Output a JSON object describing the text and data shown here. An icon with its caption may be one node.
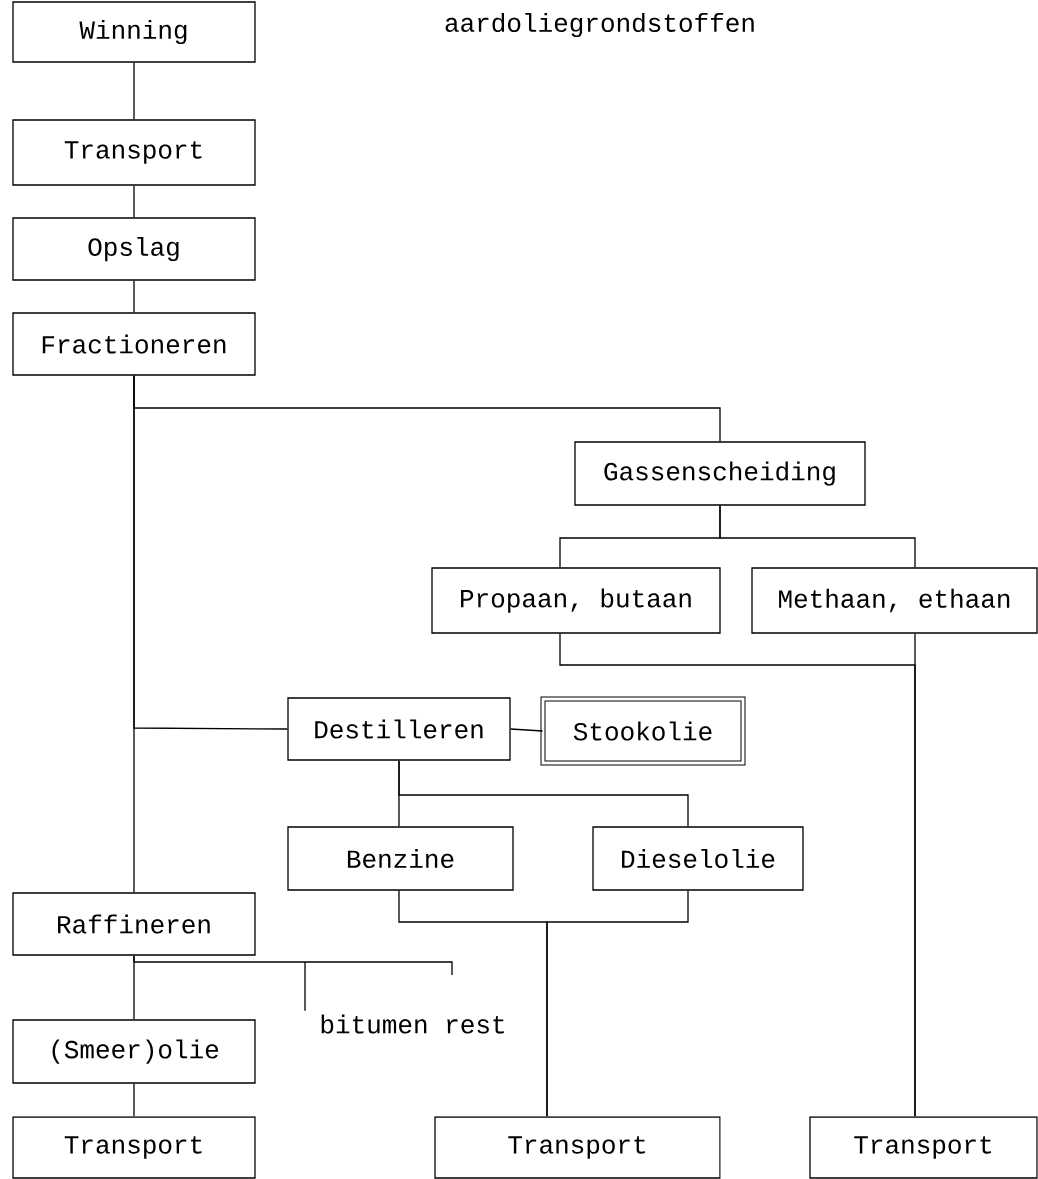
{
  "diagram": {
    "title": "aardoliegrondstoffen",
    "nodes": [
      {
        "text": [
          "Winning"
        ]
      },
      {
        "text": [
          "Transport"
        ]
      },
      {
        "text": [
          "Opslag"
        ]
      },
      {
        "text": [
          "Fractioneren"
        ]
      },
      {
        "text": [
          "Gassenscheiding"
        ]
      },
      {
        "text": [
          "Propaan, butaan"
        ]
      },
      {
        "text": [
          "Methaan, ethaan"
        ]
      },
      {
        "text": [
          "Destilleren"
        ]
      },
      {
        "text": [
          "Stookolie"
        ]
      },
      {
        "text": [
          "Benzine"
        ]
      },
      {
        "text": [
          "Dieselolie"
        ]
      },
      {
        "text": [
          "Raffineren"
        ]
      },
      {
        "text": [
          "bitumen rest"
        ]
      },
      {
        "text": [
          "(Smeer)olie"
        ]
      },
      {
        "text": [
          "Transport"
        ]
      },
      {
        "text": [
          "Transport"
        ]
      },
      {
        "text": [
          "Transport"
        ]
      }
    ],
    "edges": [
      {
        "from": 0,
        "to": 1,
        "arrow": "none"
      },
      {
        "from": 1,
        "to": 2,
        "arrow": "none"
      },
      {
        "from": 2,
        "to": 3,
        "arrow": "none"
      },
      {
        "from": 3,
        "to": 4,
        "arrow": "none"
      },
      {
        "from": 3,
        "to": 7,
        "arrow": "none"
      },
      {
        "from": 3,
        "to": 11,
        "arrow": "none"
      },
      {
        "from": 4,
        "to": 5,
        "arrow": "none"
      },
      {
        "from": 4,
        "to": 6,
        "arrow": "none"
      },
      {
        "from": 5,
        "to": 16,
        "arrow": "none"
      },
      {
        "from": 6,
        "to": 16,
        "arrow": "none"
      },
      {
        "from": 7,
        "to": 8,
        "arrow": "none"
      },
      {
        "from": 7,
        "to": 9,
        "arrow": "none"
      },
      {
        "from": 7,
        "to": 10,
        "arrow": "none"
      },
      {
        "from": 9,
        "to": 15,
        "arrow": "none"
      },
      {
        "from": 10,
        "to": 15,
        "arrow": "none"
      },
      {
        "from": 11,
        "to": 12,
        "arrow": "none"
      },
      {
        "from": 11,
        "to": 13,
        "arrow": "none"
      },
      {
        "from": 13,
        "to": 14,
        "arrow": "none"
      }
    ]
  }
}
